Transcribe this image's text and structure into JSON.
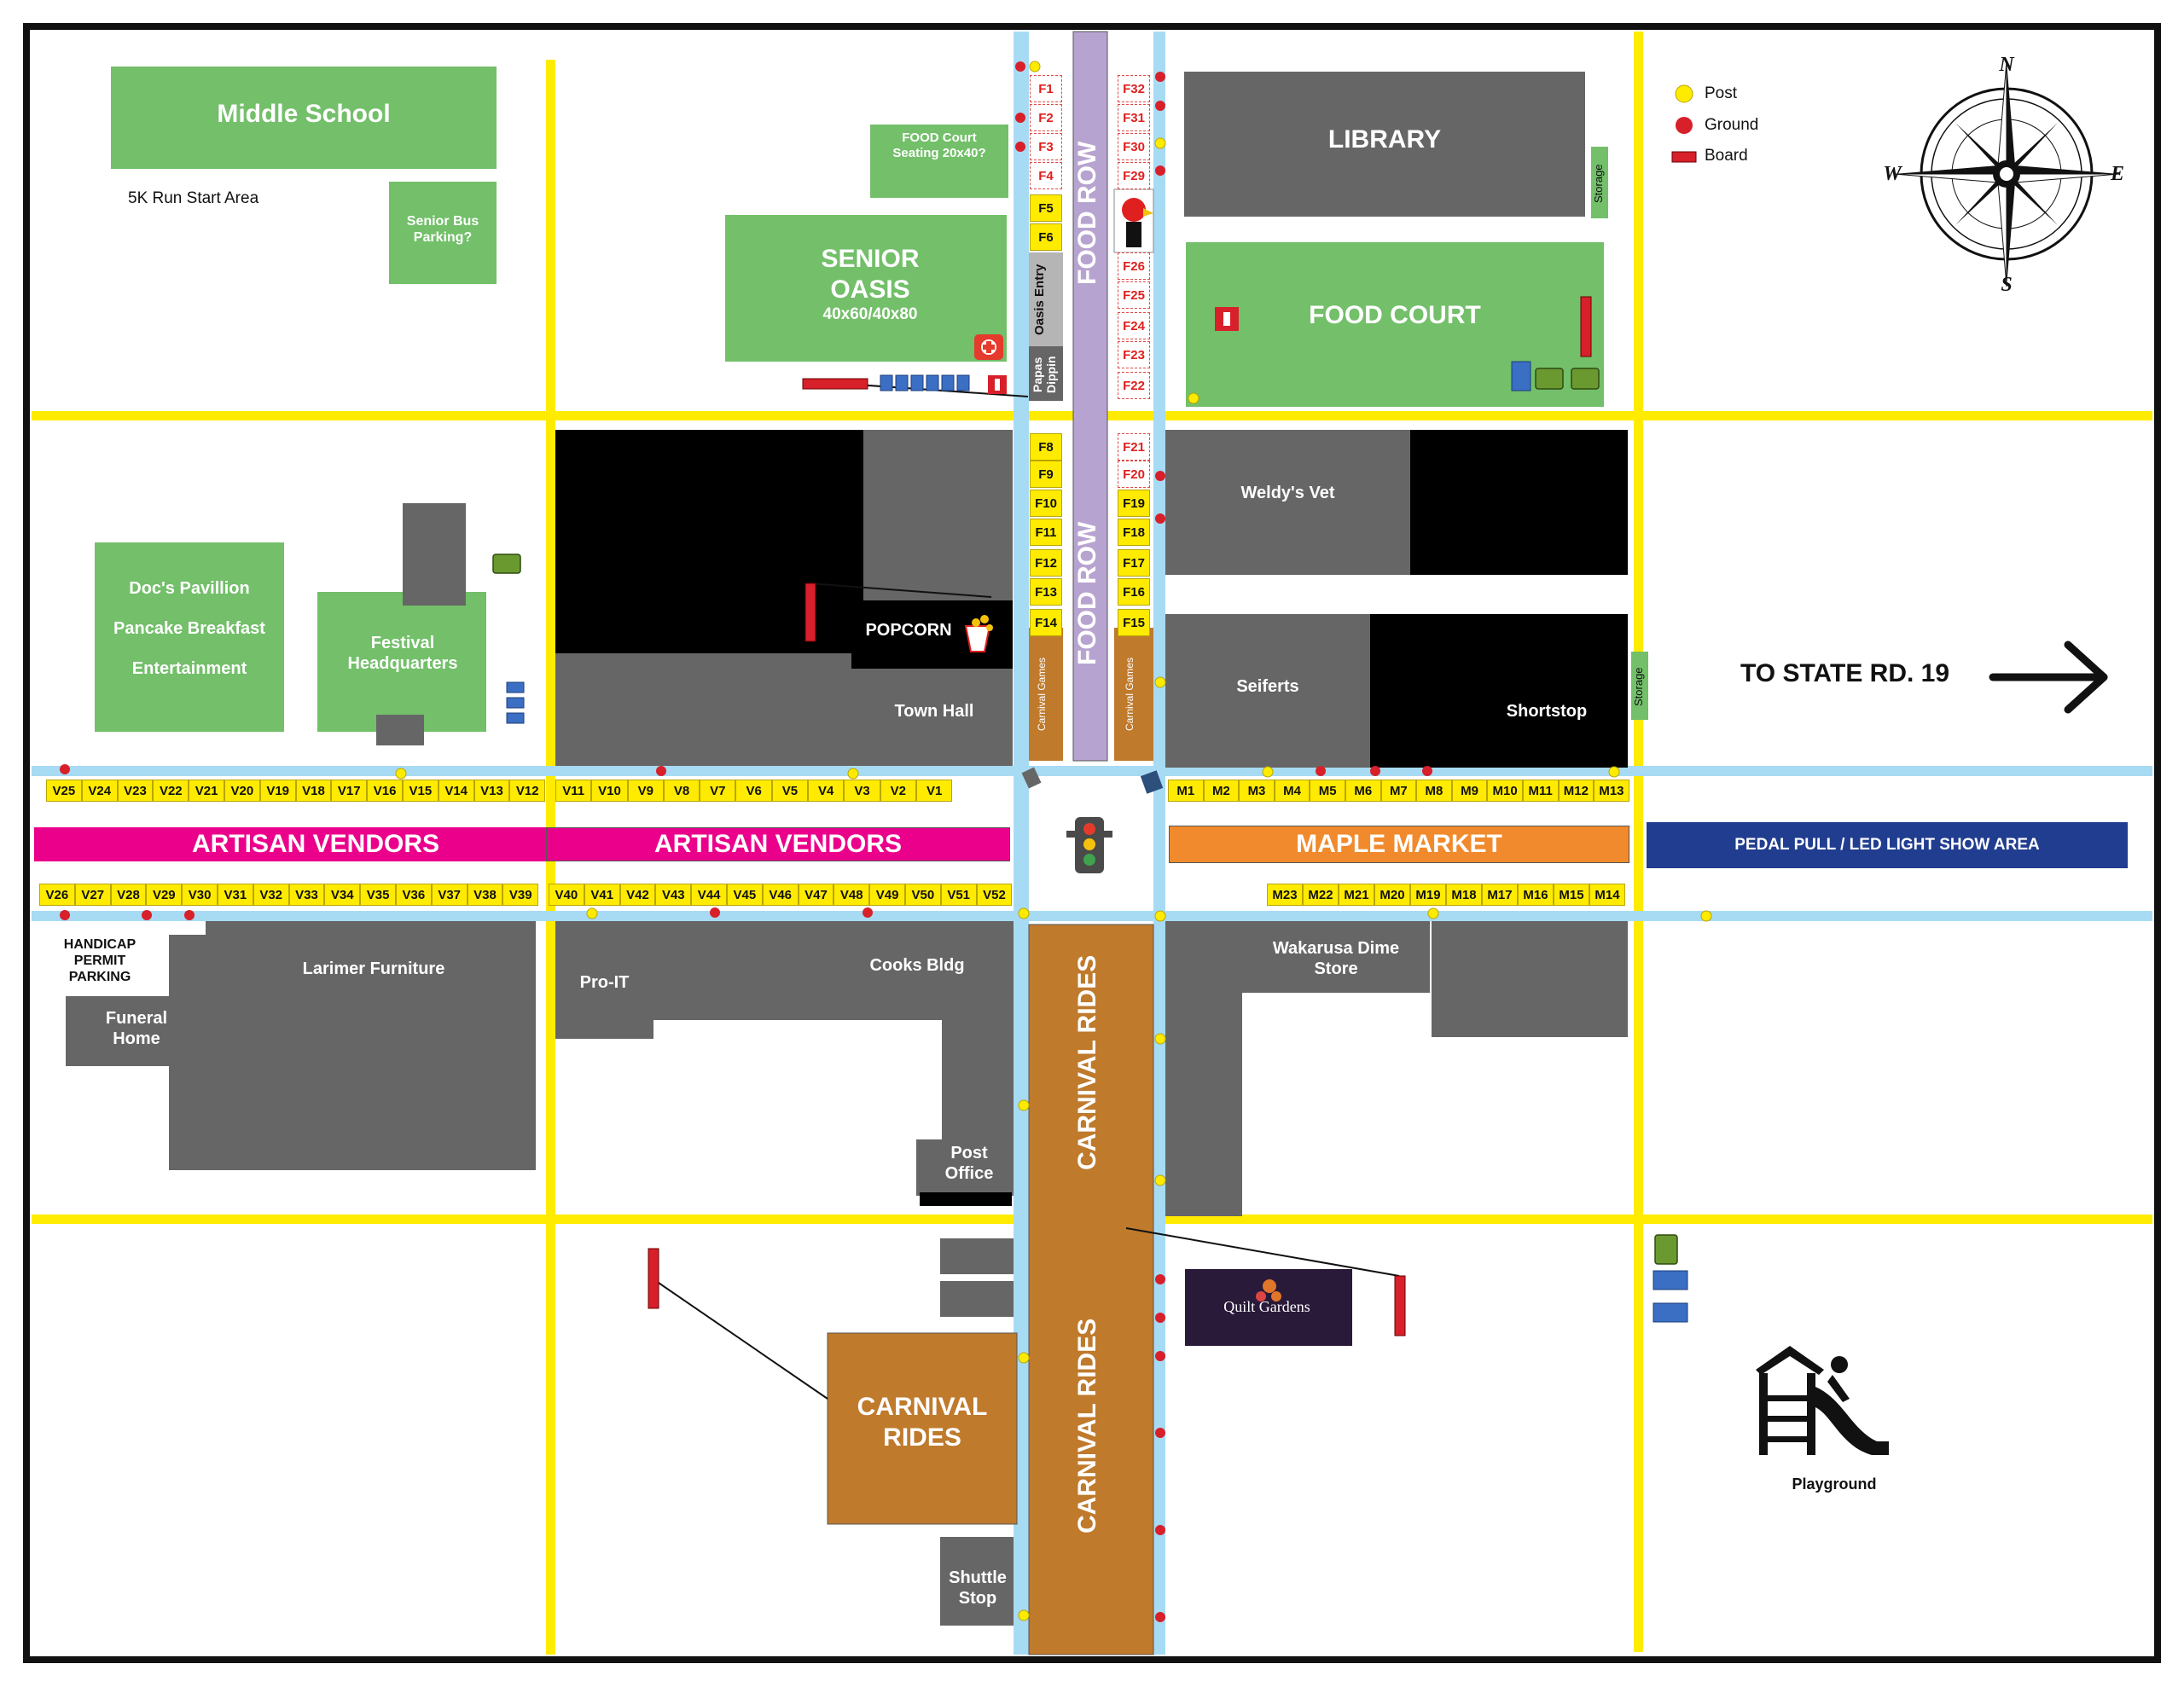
{
  "map": {
    "buildings": {
      "middle_school": "Middle School",
      "run_start": "5K Run Start Area",
      "senior_bus": "Senior Bus Parking?",
      "food_court_seating": "FOOD Court Seating 20x40?",
      "senior_oasis": "SENIOR OASIS",
      "senior_oasis_size": "40x60/40x80",
      "library": "LIBRARY",
      "storage": "Storage",
      "food_court": "FOOD COURT",
      "oasis_entry": "Oasis Entry",
      "papas_dippin": "Papas Dippin",
      "weldys_vet": "Weldy's Vet",
      "docs_pavillion": "Doc's Pavillion",
      "pancake_breakfast": "Pancake Breakfast",
      "entertainment": "Entertainment",
      "festival_hq": "Festival Headquarters",
      "popcorn": "POPCORN",
      "town_hall": "Town Hall",
      "carnival_games": "Carnival Games",
      "seiferts": "Seiferts",
      "shortstop": "Shortstop",
      "handicap": "HANDICAP PERMIT PARKING",
      "funeral_home": "Funeral Home",
      "larimer": "Larimer Furniture",
      "pro_it": "Pro-IT",
      "cooks_bldg": "Cooks Bldg",
      "wakarusa_dime": "Wakarusa Dime Store",
      "post_office": "Post Office",
      "carnival_rides_block": "CARNIVAL RIDES",
      "carnival_rides_strip": "CARNIVAL RIDES",
      "quilt_gardens": "Quilt Gardens",
      "shuttle_stop": "Shuttle Stop",
      "playground": "Playground"
    },
    "food_row": "FOOD ROW",
    "to_state_rd": "TO STATE RD. 19",
    "banners": {
      "artisan_1": "ARTISAN VENDORS",
      "artisan_2": "ARTISAN VENDORS",
      "maple_market": "MAPLE MARKET",
      "pedal_pull": "PEDAL PULL / LED LIGHT SHOW AREA"
    },
    "legend": {
      "post": "Post",
      "ground": "Ground",
      "board": "Board"
    },
    "compass": {
      "n": "N",
      "s": "S",
      "e": "E",
      "w": "W"
    },
    "food_left_top": [
      "F1",
      "F2",
      "F3",
      "F4",
      "F5",
      "F6"
    ],
    "food_right_top": [
      "F32",
      "F31",
      "F30",
      "F29",
      "F26",
      "F25",
      "F24",
      "F23",
      "F22"
    ],
    "food_left_bottom": [
      "F8",
      "F9",
      "F10",
      "F11",
      "F12",
      "F13",
      "F14"
    ],
    "food_right_bottom": [
      "F21",
      "F20",
      "F19",
      "F18",
      "F17",
      "F16",
      "F15"
    ],
    "vendors_top_left": [
      "V25",
      "V24",
      "V23",
      "V22",
      "V21",
      "V20",
      "V19",
      "V18",
      "V17",
      "V16",
      "V15",
      "V14",
      "V13",
      "V12"
    ],
    "vendors_top_mid": [
      "V11",
      "V10",
      "V9",
      "V8",
      "V7",
      "V6",
      "V5",
      "V4",
      "V3",
      "V2",
      "V1"
    ],
    "vendors_bottom_left": [
      "V26",
      "V27",
      "V28",
      "V29",
      "V30",
      "V31",
      "V32",
      "V33",
      "V34",
      "V35",
      "V36",
      "V37",
      "V38",
      "V39"
    ],
    "vendors_bottom_mid": [
      "V40",
      "V41",
      "V42",
      "V43",
      "V44",
      "V45",
      "V46",
      "V47",
      "V48",
      "V49",
      "V50",
      "V51",
      "V52"
    ],
    "maple_top": [
      "M1",
      "M2",
      "M3",
      "M4",
      "M5",
      "M6",
      "M7",
      "M8",
      "M9",
      "M10",
      "M11",
      "M12",
      "M13"
    ],
    "maple_bottom": [
      "M23",
      "M22",
      "M21",
      "M20",
      "M19",
      "M18",
      "M17",
      "M16",
      "M15",
      "M14"
    ],
    "colors": {
      "road": "#ffeb00",
      "main_street": "#a7dbf3",
      "building": "#666666",
      "green": "#73bf6a",
      "carnival": "#bf7a2c",
      "food_row": "#b7a3d0",
      "artisan": "#eb008b",
      "maple": "#f08a2c",
      "pedal": "#213d8f",
      "ground_dot": "#d7202a",
      "board": "#d7202a"
    }
  }
}
